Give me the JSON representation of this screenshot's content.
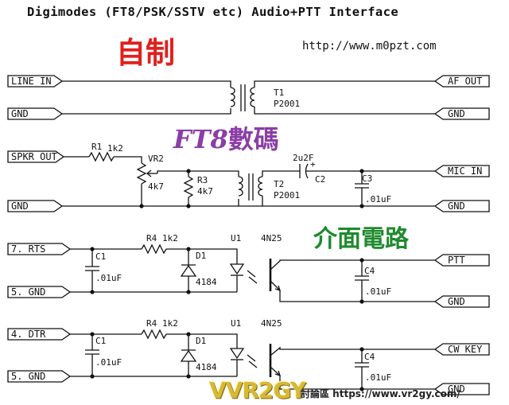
{
  "title": "Digimodes (FT8/PSK/SSTV etc) Audio+PTT Interface",
  "url": "http://www.m0pzt.com",
  "overlay": {
    "self_made": "自制",
    "ft8_latin": "FT8",
    "ft8_cjk": "數碼",
    "interface_circuit": "介面電路"
  },
  "watermark": {
    "logo": "VVR2GY",
    "footer": "討論區 https://www.vr2gy.com/"
  },
  "ports": {
    "line_in": "LINE IN",
    "gnd": "GND",
    "spkr_out": "SPKR OUT",
    "rts": "7. RTS",
    "gnd5": "5. GND",
    "dtr": "4. DTR",
    "af_out": "AF OUT",
    "mic_in": "MIC IN",
    "ptt": "PTT",
    "cw_key": "CW KEY"
  },
  "parts": {
    "t1": "T1",
    "t1_val": "P2001",
    "t2": "T2",
    "t2_val": "P2001",
    "r1": "R1",
    "r1_val": "1k2",
    "vr2": "VR2",
    "vr2_val": "4k7",
    "r3": "R3",
    "r3_val": "4k7",
    "c2_val": "2u2F",
    "c2": "C2",
    "c2_plus": "+",
    "c3": "C3",
    "c3_val": ".01uF",
    "c1": "C1",
    "c1_val": ".01uF",
    "r4": "R4",
    "r4_val": "1k2",
    "d1": "D1",
    "d1_val": "4184",
    "u1": "U1",
    "u1_val": "4N25",
    "c4": "C4",
    "c4_val": ".01uF"
  }
}
